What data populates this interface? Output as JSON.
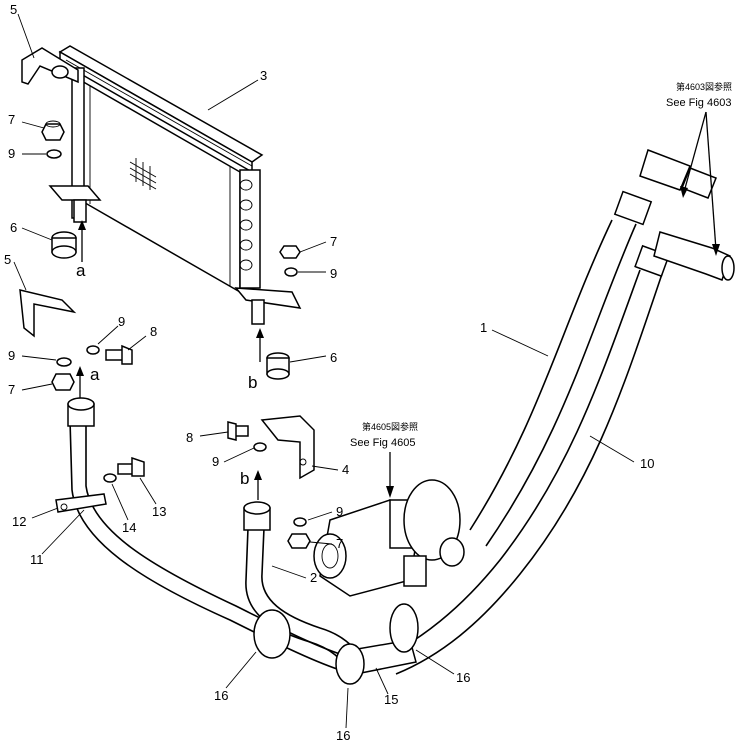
{
  "callouts": [
    {
      "id": "5a",
      "text": "5"
    },
    {
      "id": "3",
      "text": "3"
    },
    {
      "id": "7a",
      "text": "7"
    },
    {
      "id": "9a",
      "text": "9"
    },
    {
      "id": "6a",
      "text": "6"
    },
    {
      "id": "5b",
      "text": "5"
    },
    {
      "id": "9b",
      "text": "9"
    },
    {
      "id": "8a",
      "text": "8"
    },
    {
      "id": "9c",
      "text": "9"
    },
    {
      "id": "7b",
      "text": "7"
    },
    {
      "id": "7c",
      "text": "7"
    },
    {
      "id": "9d",
      "text": "9"
    },
    {
      "id": "6b",
      "text": "6"
    },
    {
      "id": "1",
      "text": "1"
    },
    {
      "id": "8b",
      "text": "8"
    },
    {
      "id": "9e",
      "text": "9"
    },
    {
      "id": "4",
      "text": "4"
    },
    {
      "id": "10",
      "text": "10"
    },
    {
      "id": "12",
      "text": "12"
    },
    {
      "id": "14",
      "text": "14"
    },
    {
      "id": "13",
      "text": "13"
    },
    {
      "id": "11",
      "text": "11"
    },
    {
      "id": "9f",
      "text": "9"
    },
    {
      "id": "7d",
      "text": "7"
    },
    {
      "id": "2",
      "text": "2"
    },
    {
      "id": "16a",
      "text": "16"
    },
    {
      "id": "16b",
      "text": "16"
    },
    {
      "id": "15",
      "text": "15"
    },
    {
      "id": "16c",
      "text": "16"
    }
  ],
  "letters": {
    "a1": "a",
    "a2": "a",
    "b1": "b",
    "b2": "b"
  },
  "refs": {
    "fig4603_jp": "第4603図参照",
    "fig4603_en": "See Fig 4603",
    "fig4605_jp": "第4605図参照",
    "fig4605_en": "See Fig 4605"
  }
}
